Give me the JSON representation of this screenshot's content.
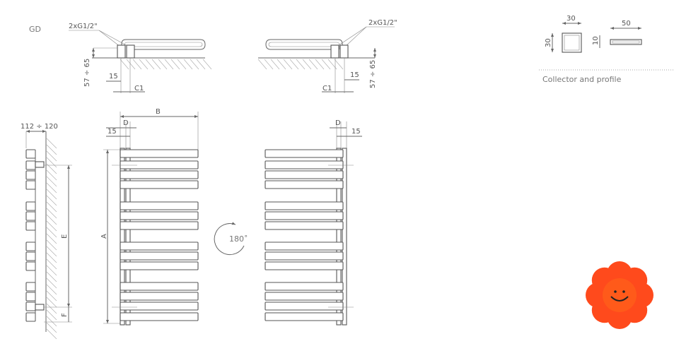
{
  "model": "GD",
  "top_views": {
    "connection_label": "2xG1/2\"",
    "dim_height": "57 ÷ 65",
    "dim_offset": "15",
    "dim_c1": "C1"
  },
  "side_view": {
    "dim_depth": "112 ÷ 120",
    "dim_e": "E",
    "dim_f": "F"
  },
  "front_view": {
    "dim_b": "B",
    "dim_d": "D",
    "dim_15": "15",
    "dim_a": "A"
  },
  "mirror_view": {
    "dim_d": "D",
    "dim_15": "15"
  },
  "rotation_label": "180˚",
  "profile": {
    "collector_width": "30",
    "collector_height": "30",
    "profile_width": "50",
    "profile_height": "10",
    "caption": "Collector and profile"
  },
  "colors": {
    "logo": "#ff4a1c",
    "logo_center": "#ff5a1a"
  }
}
